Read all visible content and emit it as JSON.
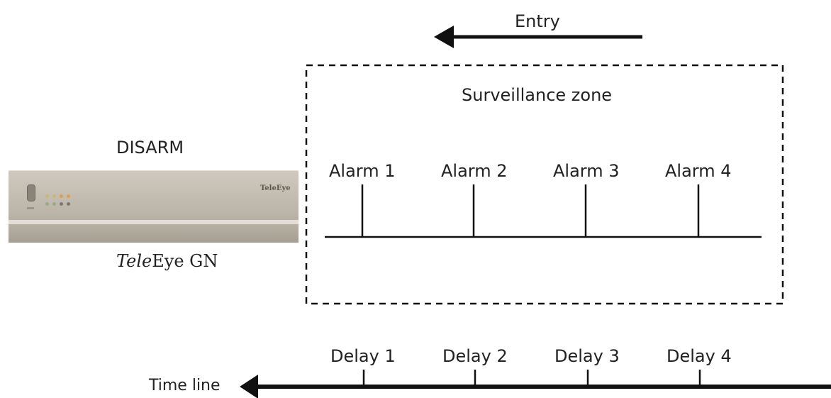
{
  "header": {
    "entry_label": "Entry"
  },
  "device": {
    "status_label": "DISARM",
    "name_italic": "Tele",
    "name_rest": "Eye GN",
    "logo_text": "TeleEye"
  },
  "zone": {
    "title": "Surveillance zone",
    "alarms": [
      "Alarm 1",
      "Alarm 2",
      "Alarm 3",
      "Alarm 4"
    ]
  },
  "timeline": {
    "label": "Time line",
    "delays": [
      "Delay 1",
      "Delay 2",
      "Delay 3",
      "Delay 4"
    ]
  },
  "colors": {
    "line": "#111111",
    "text": "#222222",
    "device_body": "#bdb6aa"
  }
}
